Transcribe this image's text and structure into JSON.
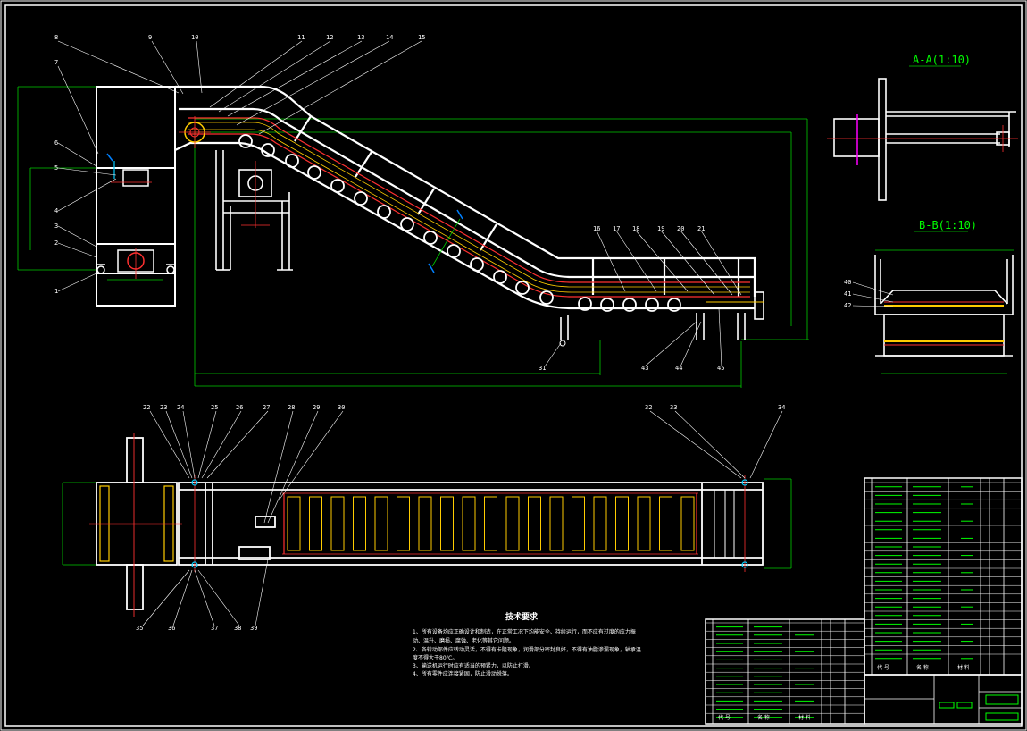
{
  "drawing": {
    "section_a": "A-A(1:10)",
    "section_b": "B-B(1:10)",
    "tech_title": "技术要求",
    "tech_lines": [
      "1、所有设备均应正确设计和制造，在正常工况下均能安全、持续运行，而不应有过度的应力振",
      "动、温升、磨损、腐蚀、老化等其它问题。",
      "2、各转动部件应转动灵活，不得有卡阻现象，润滑部分密封良好，不得有油脂渗漏现象，轴承温",
      "度不得大于80℃。",
      "3、输送机运行时应有适当的预紧力，以防止打滑。",
      "4、所有零件应连接紧固，防止滑动脱落。"
    ],
    "top_labels": [
      "8",
      "9",
      "10",
      "11",
      "12",
      "13",
      "14",
      "15"
    ],
    "left_labels": [
      "7",
      "6",
      "5",
      "4",
      "3",
      "2",
      "1"
    ],
    "right_top_labels": [
      "16",
      "17",
      "18",
      "19",
      "20",
      "21"
    ],
    "bottom_right_labels": [
      "31",
      "43",
      "44",
      "45"
    ],
    "plan_top_labels": [
      "22",
      "23",
      "24",
      "25",
      "26",
      "27",
      "28",
      "29",
      "30",
      "32",
      "33",
      "34"
    ],
    "plan_bottom_labels": [
      "35",
      "36",
      "37",
      "38",
      "39"
    ],
    "section_b_labels": [
      "40",
      "41",
      "42"
    ],
    "table_headers": [
      "代 号",
      "名 称",
      "材 料",
      "代 号",
      "名 称",
      "材 料"
    ]
  }
}
